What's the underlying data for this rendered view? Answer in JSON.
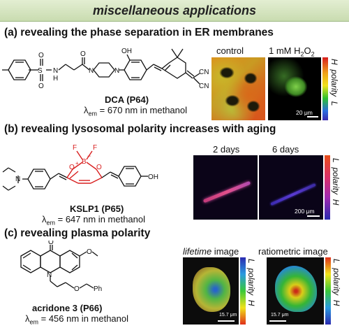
{
  "banner": "miscellaneous applications",
  "section_a": {
    "title": "(a) revealing the phase separation in ER membranes",
    "molecule_name": "DCA (P64)",
    "lambda_prefix": "λ",
    "lambda_sub": "em",
    "lambda_value": " = 670 nm in methanol",
    "atoms": {
      "s": "S",
      "o": "O",
      "n": "N",
      "h": "H",
      "oh": "OH",
      "cn": "CN"
    },
    "image_labels": [
      "control",
      "1 mM H"
    ],
    "h2o2_sub": "2",
    "h2o2_tail": "O",
    "h2o2_sub2": "2",
    "scale": "20 μm",
    "colorbar": {
      "top": "H",
      "middle": "polarity",
      "bottom": "L"
    }
  },
  "section_b": {
    "title": "(b) revealing lysosomal polarity increases with aging",
    "molecule_name": "KSLP1 (P65)",
    "lambda_prefix": "λ",
    "lambda_sub": "em",
    "lambda_value": " = 647 nm in methanol",
    "atoms": {
      "n": "N",
      "o": "O",
      "b": "B",
      "f": "F",
      "oh": "OH",
      "plus": "+",
      "minus": "−"
    },
    "image_labels": [
      "2 days",
      "6 days"
    ],
    "scale": "200 μm",
    "colorbar": {
      "top": "L",
      "middle": "polarity",
      "bottom": "H"
    }
  },
  "section_c": {
    "title": "(c) revealing plasma polarity",
    "molecule_name": "acridone 3 (P66)",
    "lambda_prefix": "λ",
    "lambda_sub": "em",
    "lambda_value": " = 456 nm in methanol",
    "atoms": {
      "o": "O",
      "n": "N",
      "ph": "Ph"
    },
    "image_labels": [
      "lifetime",
      " image",
      "ratiometric image"
    ],
    "scale": "15.7 μm",
    "colorbar": {
      "top": "L",
      "middle": "polarity",
      "bottom": "H"
    }
  },
  "colors": {
    "banner_bg": "#d6e6c2",
    "highlight_red": "#d81e1e"
  }
}
